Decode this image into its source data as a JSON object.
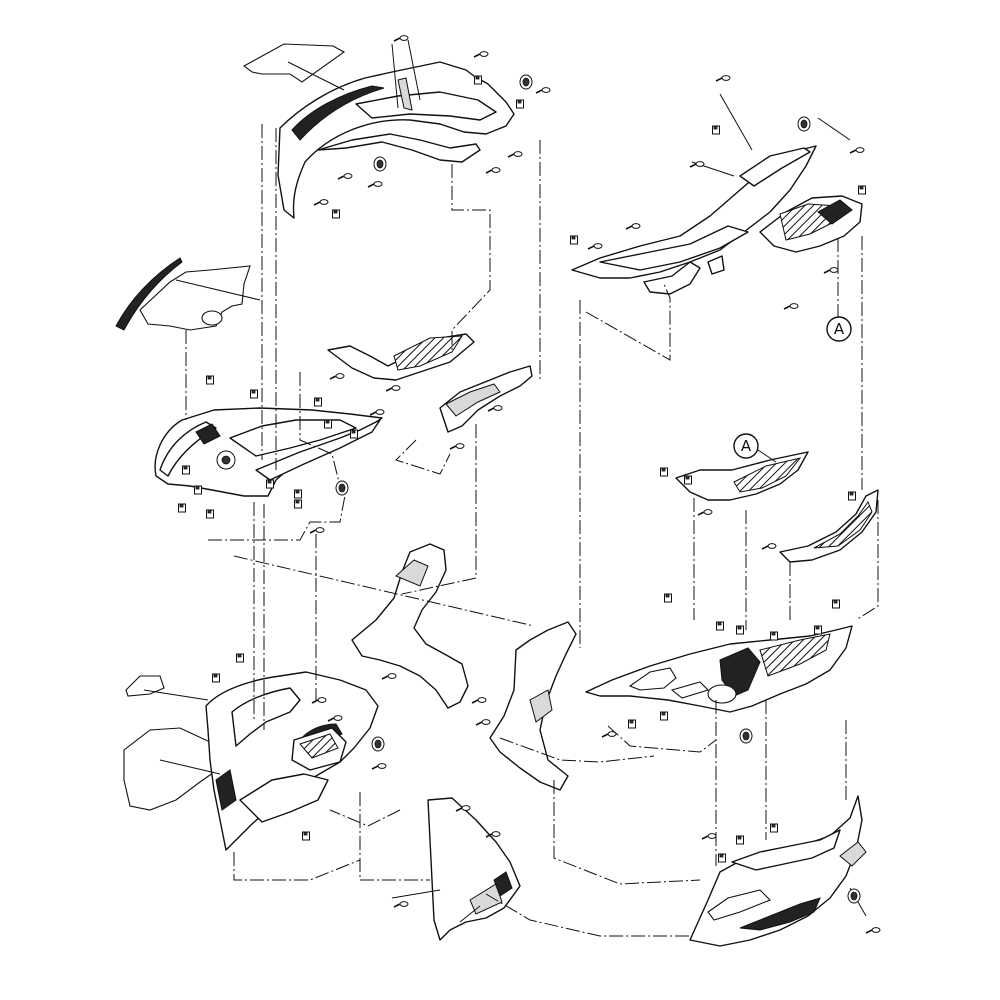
{
  "callouts": [
    {
      "id": "A-upper",
      "label": "A"
    },
    {
      "id": "A-lower",
      "label": "A"
    }
  ],
  "colors": {
    "line": "#111111",
    "fill": "#ffffff",
    "dark": "#222222"
  },
  "icons": {
    "screw": "screw-icon",
    "nut": "clip-nut-icon",
    "grommet": "grommet-icon"
  }
}
